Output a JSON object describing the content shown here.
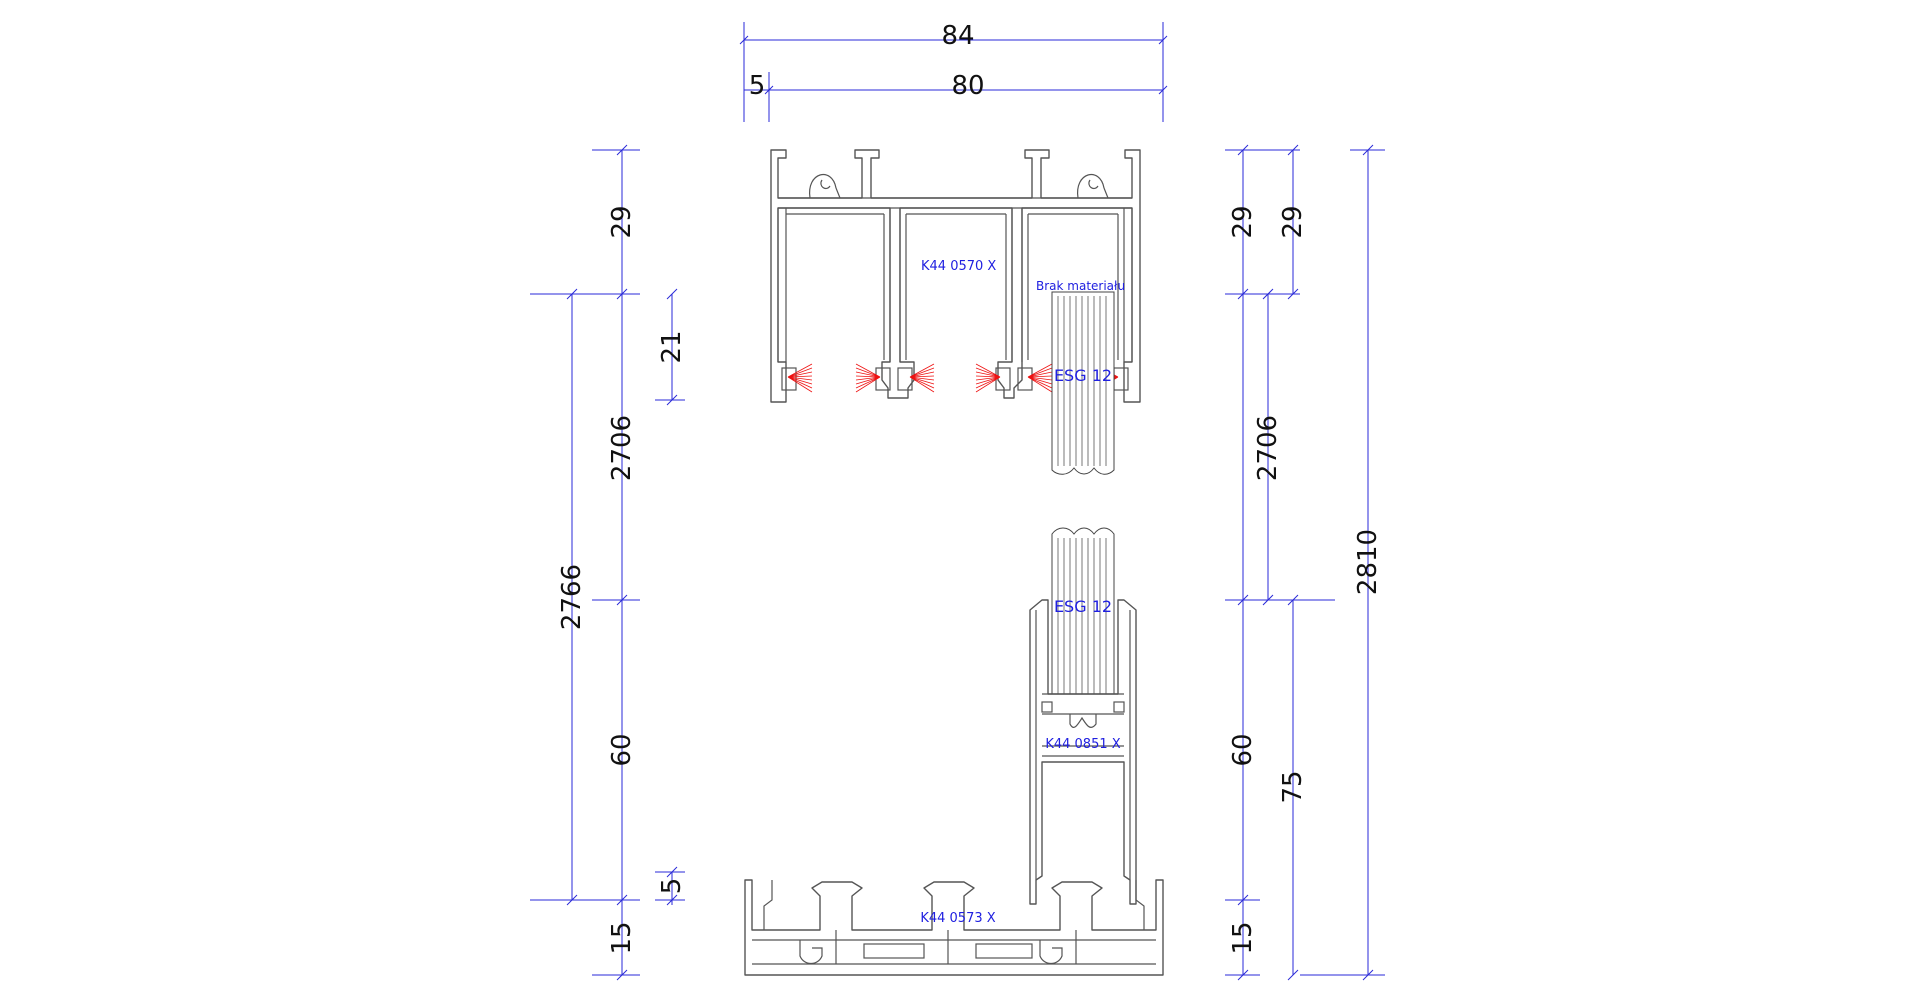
{
  "dimensions": {
    "top_total": "84",
    "top_left_offset": "5",
    "top_inner": "80",
    "left_a_top": "29",
    "left_a_mid": "2706",
    "left_a_low": "60",
    "left_a_bottom": "15",
    "left_b_total": "2766",
    "left_c_21": "21",
    "left_c_5": "5",
    "right_a_top": "29",
    "right_a_mid": "2706",
    "right_a_low": "60",
    "right_a_bottom": "15",
    "right_b_top": "29",
    "right_b_low": "75",
    "right_total": "2810"
  },
  "labels": {
    "top_profile": "K44 0570 X",
    "missing_material": "Brak materiału",
    "glass_top": "ESG 12",
    "glass_bottom": "ESG 12",
    "sash_profile": "K44 0851 X",
    "bottom_profile": "K44 0573 X"
  },
  "colors": {
    "dimension_lines": "#2a2ad8",
    "label_text": "#2020e0",
    "brush_seals": "#ee1111",
    "profile_outline": "#555555"
  }
}
